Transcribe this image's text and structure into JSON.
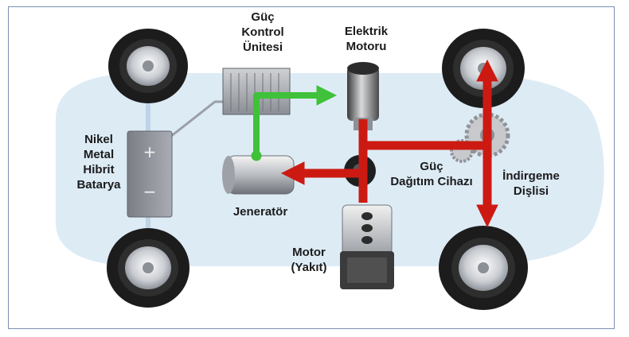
{
  "labels": {
    "power_control_unit": [
      "Güç",
      "Kontrol",
      "Ünitesi"
    ],
    "electric_motor": [
      "Elektrik",
      "Motoru"
    ],
    "battery": [
      "Nikel",
      "Metal",
      "Hibrit",
      "Batarya"
    ],
    "generator": [
      "Jeneratör"
    ],
    "power_split_device": [
      "Güç",
      "Dağıtım Cihazı"
    ],
    "reduction_gear": [
      "İndirgeme",
      "Dişlisi"
    ],
    "engine": [
      "Motor",
      "(Yakıt)"
    ]
  },
  "battery_terminals": {
    "positive": "+",
    "negative": "−"
  },
  "colors": {
    "electric_flow": "#3fc13a",
    "mechanical_flow": "#cc1a12",
    "car_body": "#d7e7f3",
    "frame_border": "#7c8fb6",
    "tire": "#1c1c1c",
    "rim": "#c9ccd1"
  }
}
